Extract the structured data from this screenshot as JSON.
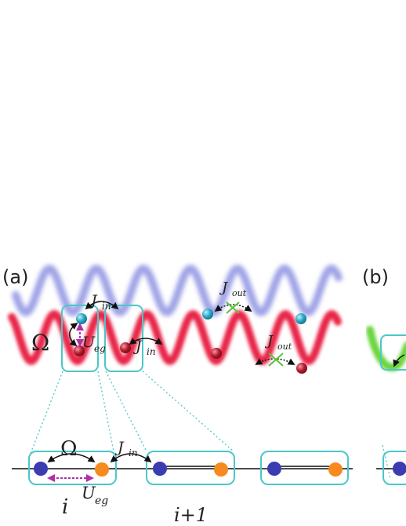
{
  "panels": {
    "a": {
      "label": "(a)"
    },
    "b": {
      "label": "(b)"
    }
  },
  "labels": {
    "omega": "Ω",
    "J": "J",
    "in": "in",
    "out": "out",
    "U": "U",
    "eg": "eg",
    "site_i": "i",
    "site_i_plus_1": "i+1"
  },
  "colors": {
    "blue_lattice": "#9fa3e6",
    "red_lattice": "#e8284a",
    "green_lattice": "#6cd63c",
    "box_outline": "#4cc7c9",
    "cyan_atom": "#2aa8c4",
    "red_atom": "#b31d2e",
    "navy_atom": "#3b3cb1",
    "orange_atom": "#f78a1f",
    "magenta_arrow": "#b02ea8",
    "cross": "#58c23a"
  }
}
